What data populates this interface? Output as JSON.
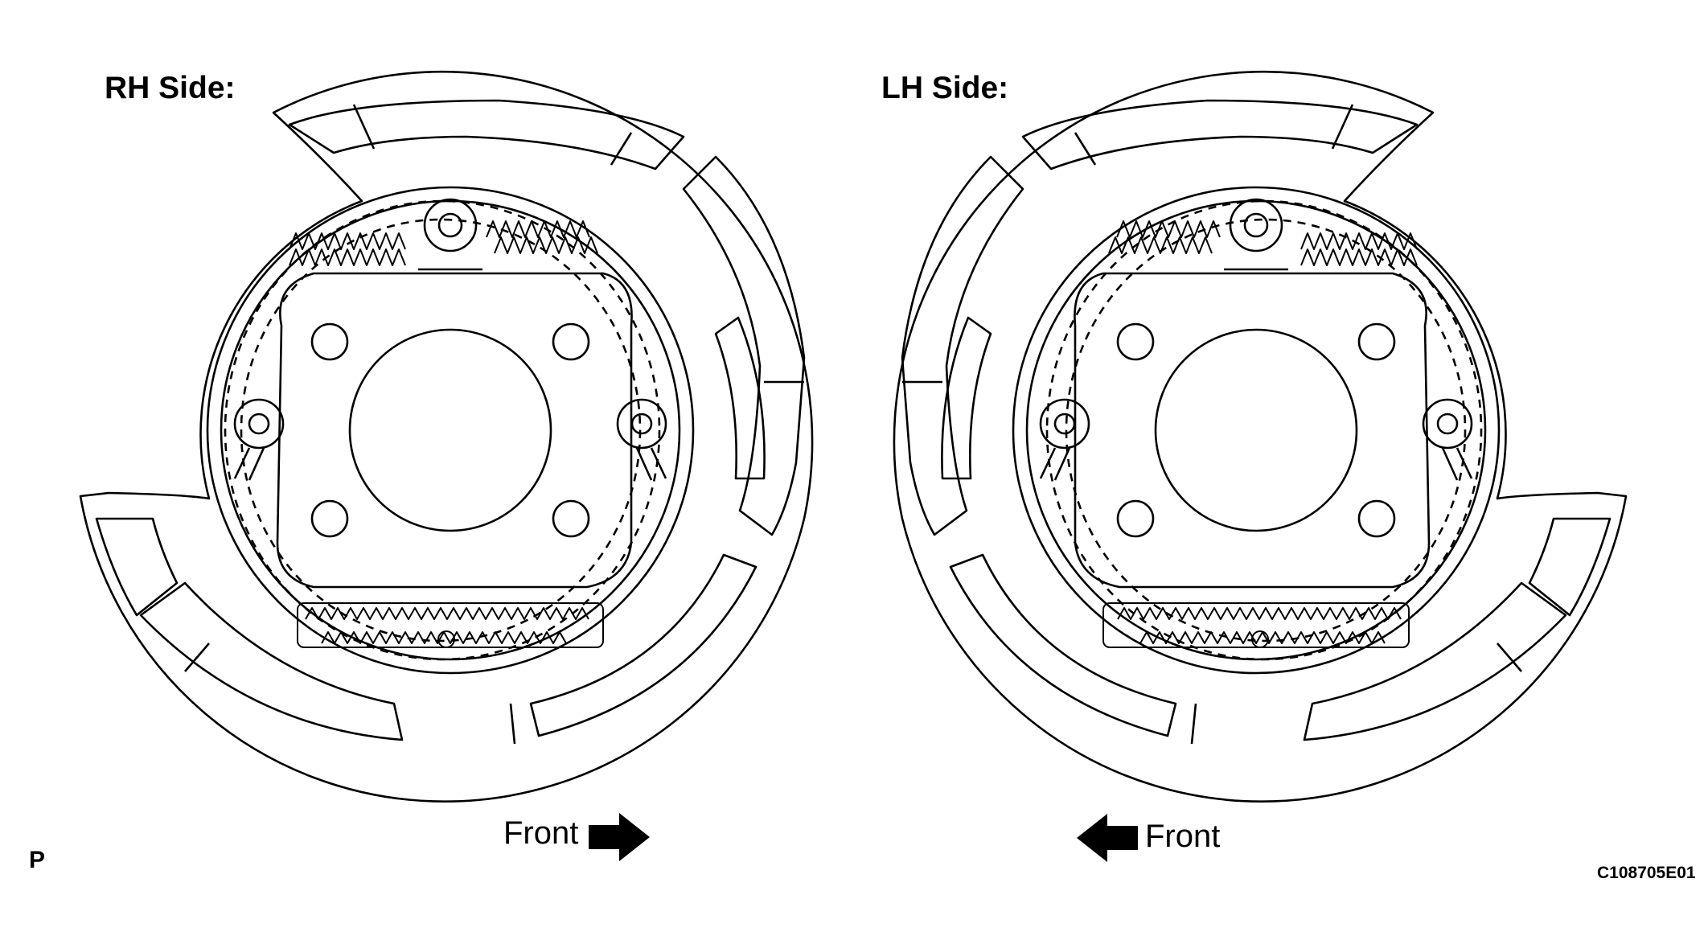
{
  "labels": {
    "rh_side": "RH Side:",
    "lh_side": "LH Side:",
    "front_right": "Front",
    "front_left": "Front",
    "corner_letter": "P",
    "figure_code": "C108705E01"
  },
  "icons": {
    "rh_front_arrow": "arrow-right-icon",
    "lh_front_arrow": "arrow-left-icon"
  },
  "colors": {
    "line": "#000000",
    "background": "#ffffff"
  }
}
